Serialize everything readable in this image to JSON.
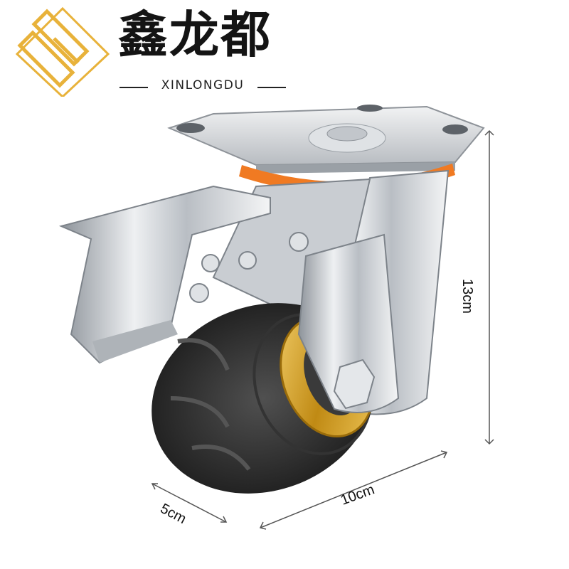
{
  "brand": {
    "name_cn": "鑫龙都",
    "name_en": "XINLONGDU",
    "logo_color": "#E8B23A"
  },
  "product": {
    "type": "swivel caster wheel with brake",
    "tread_color": "#3b3b3b",
    "hub_color": "#D9A52A",
    "bearing_ring_color": "#F07A22",
    "metal_color": "#C9CDD2"
  },
  "dimensions": {
    "height": "13cm",
    "length": "10cm",
    "depth": "5cm"
  }
}
